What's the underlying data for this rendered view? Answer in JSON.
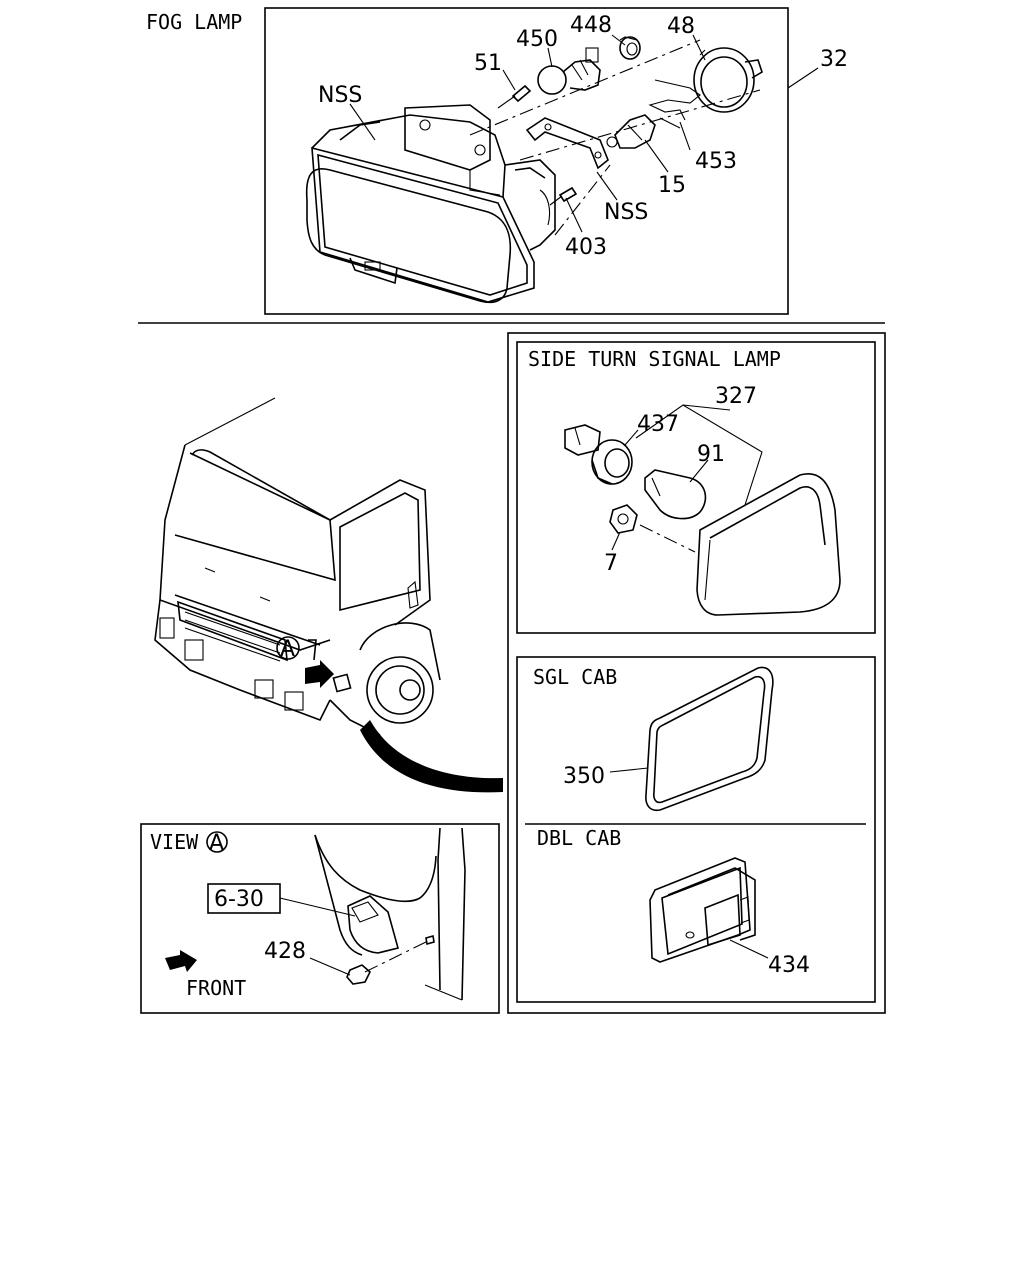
{
  "sections": {
    "fog_lamp": {
      "title": "FOG LAMP",
      "callouts": {
        "c32": "32",
        "c48": "48",
        "c448": "448",
        "c450": "450",
        "c51": "51",
        "nss_top": "NSS",
        "nss_bottom": "NSS",
        "c453": "453",
        "c15": "15",
        "c403": "403"
      }
    },
    "truck_view": {
      "marker": "A"
    },
    "side_turn_signal_lamp": {
      "title": "SIDE TURN SIGNAL LAMP",
      "callouts": {
        "c327": "327",
        "c437": "437",
        "c91": "91",
        "c7": "7"
      }
    },
    "sgl_cab": {
      "title": "SGL CAB",
      "callouts": {
        "c350": "350"
      }
    },
    "dbl_cab": {
      "title": "DBL CAB",
      "callouts": {
        "c434": "434"
      }
    },
    "view_a": {
      "title": "VIEW",
      "marker": "A",
      "ref_box": "6-30",
      "callouts": {
        "c428": "428"
      },
      "front_label": "FRONT"
    }
  }
}
